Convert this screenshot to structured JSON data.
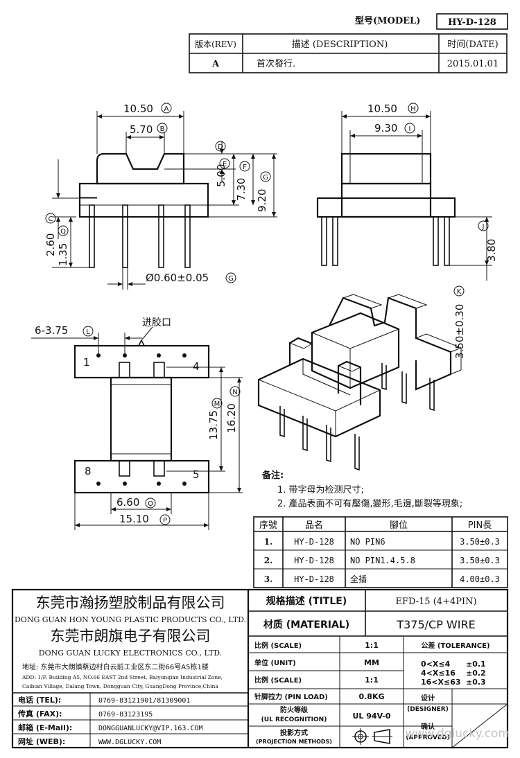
{
  "model_label": "型号(MODEL)",
  "model_value": "HY-D-128",
  "rev_table": {
    "col_rev": "版本(REV)",
    "col_desc": "描述 (DESCRIPTION)",
    "col_date": "时间(DATE)",
    "row_rev": "A",
    "row_desc": "首次發行.",
    "row_date": "2015.01.01"
  },
  "dims": {
    "a": "10.50",
    "a_tag": "A",
    "b": "5.70",
    "b_tag": "B",
    "d_tag": "D",
    "e": "5.00",
    "e_tag": "E",
    "f": "7.30",
    "f_tag": "F",
    "g9": "9.20",
    "g9_tag": "G",
    "c": "2.60",
    "c_tag": "C",
    "q": "1.35",
    "q_tag": "Q",
    "pin": "Ø0.60±0.05",
    "pin_tag": "G",
    "h": "10.50",
    "h_tag": "H",
    "i": "9.30",
    "i_tag": "I",
    "j": "3.80",
    "j_tag": "J",
    "k": "3.50±0.30",
    "k_tag": "K",
    "l": "6-3.75",
    "l_tag": "L",
    "m": "13.75",
    "m_tag": "M",
    "n": "16.20",
    "n_tag": "N",
    "o": "6.60",
    "o_tag": "O",
    "p": "15.10",
    "p_tag": "P"
  },
  "gate_label": "进胶口",
  "pin_nums": {
    "p1": "1",
    "p4": "4",
    "p8": "8",
    "p5": "5"
  },
  "notes": {
    "title": "备注:",
    "n1": "1. 带字母为检测尺寸;",
    "n2": "2. 產品表面不可有壓傷,變形,毛邊,斷裂等現象;"
  },
  "pin_table": {
    "h_no": "序號",
    "h_name": "品名",
    "h_pos": "腳位",
    "h_len": "PIN長",
    "rows": [
      {
        "no": "1.",
        "name": "HY-D-128",
        "pos": "NO PIN6",
        "len": "3.50±0.3"
      },
      {
        "no": "2.",
        "name": "HY-D-128",
        "pos": "NO PIN1.4.5.8",
        "len": "3.50±0.3"
      },
      {
        "no": "3.",
        "name": "HY-D-128",
        "pos": "全插",
        "len": "4.00±0.3"
      }
    ]
  },
  "company": {
    "cn1": "东莞市瀚扬塑胶制品有限公司",
    "en1": "DONG GUAN HON YOUNG PLASTIC PRODUCTS CO., LTD.",
    "cn2": "东莞市朗旗电子有限公司",
    "en2": "DONG GUAN LUCKY ELECTRONICS CO., LTD.",
    "addr_cn": "地址: 东莞市大朗镇蔡边村白云前工业区东二街66号A5栋1楼",
    "addr_en1": "ADD: 1/F, Building A5, NO.66 EAST 2nd Street, Baiyunqian Industrial Zone,",
    "addr_en2": "Caibian Village, Dalang Town, Dongguan City, GuangDong Province,China"
  },
  "contact": {
    "tel_label": "电话 (TEL):",
    "tel": "0769-83121901/81309001",
    "fax_label": "传真 (FAX):",
    "fax": "0769-83123195",
    "mail_label": "邮箱 (E-Mail):",
    "mail": "DONGGUANLUCKY@VIP.163.COM",
    "web_label": "网址 (WEB):",
    "web": "WWW.DGLUCKY.COM"
  },
  "spec": {
    "title_label": "规格描述 (TITLE)",
    "title": "EFD-15 (4+4PIN)",
    "material_label": "材质 (MATERIAL)",
    "material": "T375/CP WIRE",
    "scale_label": "比例 (SCALE)",
    "scale": "1:1",
    "tolerance_label": "公差 (TOLERANCE)",
    "unit_label": "单位 (UNIT)",
    "unit": "MM",
    "tol1_range": "0<X≤4",
    "tol1": "±0.1",
    "tol2_range": "4<X≤16",
    "tol2": "±0.2",
    "tol3_range": "16<X≤63",
    "tol3": "±0.3",
    "scale2_label": "比例 (SCALE)",
    "scale2": "1:1",
    "pinload_label": "针脚拉力 (PIN LOAD)",
    "pinload": "0.8KG",
    "designer_label": "设计",
    "designer_en": "(DESIGNER)",
    "ul_label": "防火等级",
    "ul_en": "(UL RECOGNITION)",
    "ul": "UL 94V-0",
    "approved_label": "确认",
    "approved_en": "(APPROVED)",
    "proj_label": "投影方式",
    "proj_en": "(PROJECTION METHODS)"
  },
  "watermark": "www.dglucky.com"
}
